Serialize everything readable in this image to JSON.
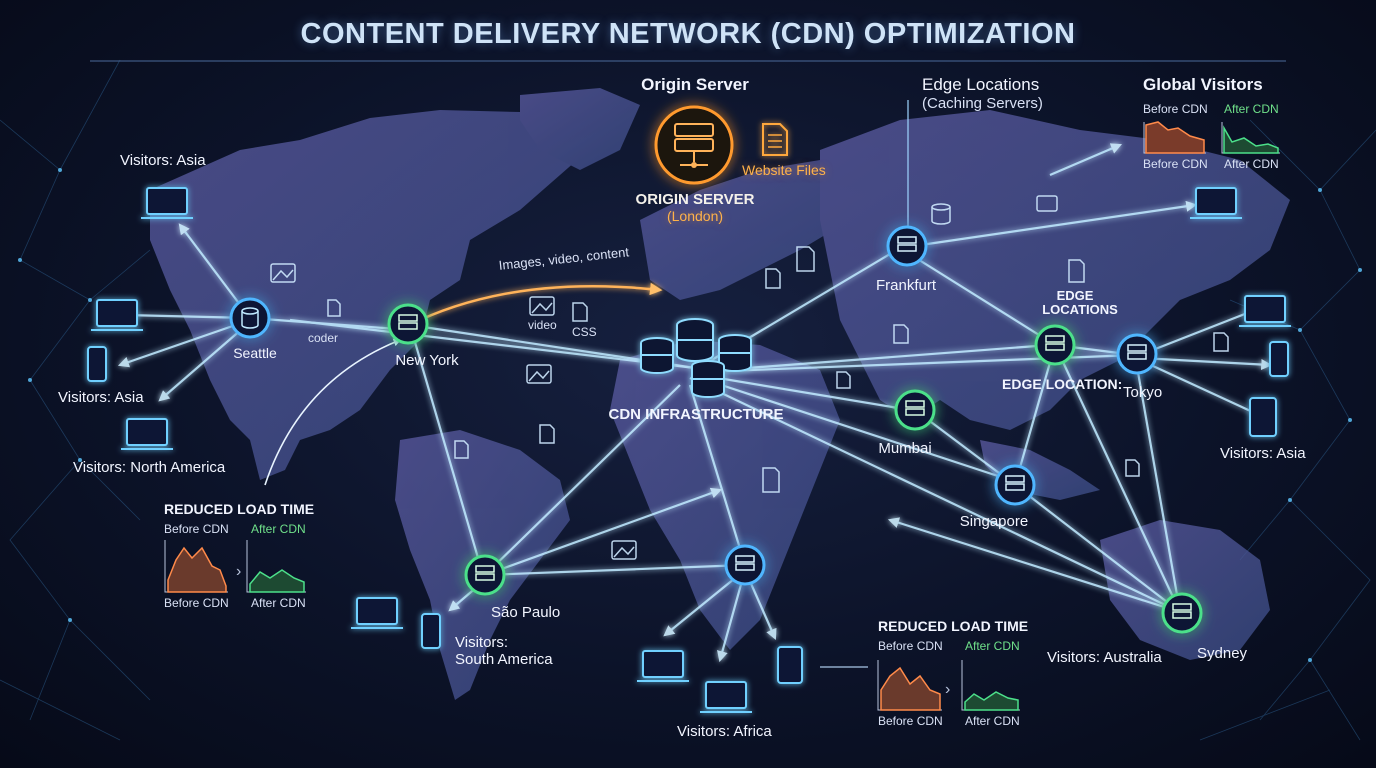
{
  "title": "CONTENT DELIVERY NETWORK (CDN) OPTIMIZATION",
  "origin": {
    "heading": "Origin Server",
    "files_label": "Website Files",
    "caption": "ORIGIN SERVER",
    "location": "(London)",
    "flow_label": "Images, video, content"
  },
  "edge_header": {
    "title": "Edge Locations",
    "subtitle": "(Caching Servers)"
  },
  "global_visitors": {
    "title": "Global Visitors",
    "before_top": "Before CDN",
    "after_top": "After CDN",
    "before_bottom": "Before CDN",
    "after_bottom": "After CDN"
  },
  "cdn_label": "CDN INFRASTRUCTURE",
  "nodes": {
    "seattle": "Seattle",
    "new_york": "New York",
    "frankfurt": "Frankfurt",
    "mumbai": "Mumbai",
    "singapore": "Singapore",
    "tokyo": "Tokyo",
    "sao_paulo": "São Paulo",
    "sydney": "Sydney",
    "edge_locations_line1": "EDGE",
    "edge_locations_line2": "LOCATIONS",
    "edge_location": "EDGE LOCATION:"
  },
  "content_labels": {
    "coder": "coder",
    "video": "video",
    "css": "CSS"
  },
  "visitors": {
    "asia_top": "Visitors: Asia",
    "asia_left": "Visitors: Asia",
    "north_america": "Visitors: North America",
    "asia_right": "Visitors: Asia",
    "south_america_1": "Visitors:",
    "south_america_2": "South America",
    "africa": "Visitors: Africa",
    "australia": "Visitors: Australia"
  },
  "load_left": {
    "title": "REDUCED LOAD TIME",
    "before_top": "Before CDN",
    "after_top": "After CDN",
    "before_bottom": "Before CDN",
    "after_bottom": "After CDN"
  },
  "load_bottom": {
    "title": "REDUCED LOAD TIME",
    "before_top": "Before CDN",
    "after_top": "After CDN",
    "before_bottom": "Before CDN",
    "after_bottom": "After CDN"
  },
  "colors": {
    "accent_blue": "#5fc8ff",
    "accent_green": "#4ce08a",
    "accent_orange": "#ff9a2e",
    "land": "#4a4f8a"
  }
}
